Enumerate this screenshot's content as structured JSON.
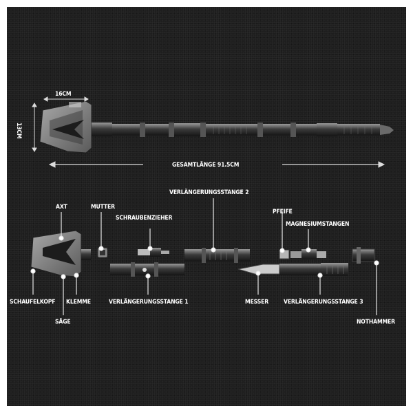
{
  "dimensions": {
    "width": "16CM",
    "height": "13CM",
    "total_length": "GESAMTLÄNGE 91.5CM"
  },
  "parts": {
    "axt": "AXT",
    "mutter": "MUTTER",
    "schraubenzieher": "SCHRAUBENZIEHER",
    "verlaengerungsstange_2": "VERLÄNGERUNGSSTANGE 2",
    "pfeife": "PFEIFE",
    "magnesiumstangen": "MAGNESIUMSTANGEN",
    "schaufelkopf": "SCHAUFELKOPF",
    "klemme": "KLEMME",
    "saege": "SÄGE",
    "verlaengerungsstange_1": "VERLÄNGERUNGSSTANGE 1",
    "messer": "MESSER",
    "verlaengerungsstange_3": "VERLÄNGERUNGSSTANGE 3",
    "nothammer": "NOTHAMMER"
  },
  "colors": {
    "background": "#1e1e1e",
    "metal": "#8a8a8a",
    "label": "#ffffff"
  }
}
